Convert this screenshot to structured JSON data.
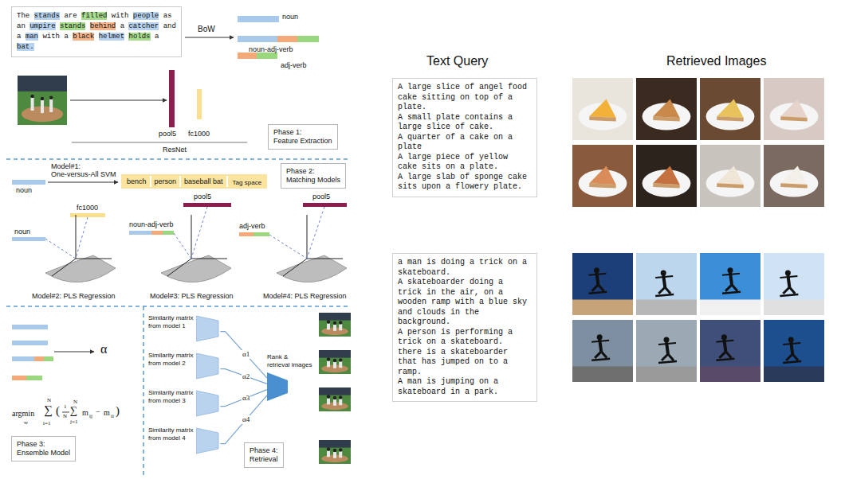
{
  "diagram": {
    "nodes": [
      {
        "text": [
          "The stands are filled with people as an umpire stands behind a catcher and a man with a black helmet holds a bat."
        ]
      },
      {
        "text": [
          "Phase 1: Feature Extraction"
        ]
      },
      {
        "text": [
          "Tag space"
        ]
      },
      {
        "text": [
          "bench"
        ],
        "in": 2
      },
      {
        "text": [
          "person"
        ],
        "in": 2
      },
      {
        "text": [
          "baseball bat"
        ],
        "in": 2
      },
      {
        "text": [
          "Phase 2: Matching Models"
        ]
      },
      {
        "text": [
          "Phase 3: Ensemble Model"
        ]
      },
      {
        "text": [
          "Similarity matrix from model 1"
        ]
      },
      {
        "text": [
          "Similarity matrix from model 2"
        ]
      },
      {
        "text": [
          "Similarity matrix from model 3"
        ]
      },
      {
        "text": [
          "Similarity matrix from model 4"
        ]
      },
      {
        "text": [
          "Rank & retrieval images"
        ]
      },
      {
        "text": [
          "Phase 4: Retrieval"
        ]
      },
      {
        "text": [
          "A large slice of angel food cake sitting on top of a plate.",
          "A small plate contains a large slice of cake.",
          "A quarter of a cake on a plate",
          "A large piece of yellow cake sits on a plate.",
          "A large slab of sponge cake sits upon a flowery plate."
        ]
      },
      {
        "text": [
          "a man is doing a trick on a skateboard.",
          "A skateboarder doing a trick in the air, on a wooden ramp with a blue sky and clouds in the background.",
          "A person is performing a trick on a skateboard.",
          "there is a skateboarder that has jumped on to a ramp.",
          "A man is jumping on a skateboard in a park."
        ]
      }
    ],
    "edges": [
      {
        "from": 8,
        "to": 12,
        "label": "α1",
        "arrow": "none"
      },
      {
        "from": 9,
        "to": 12,
        "label": "α2",
        "arrow": "none"
      },
      {
        "from": 10,
        "to": 12,
        "label": "α3",
        "arrow": "none"
      },
      {
        "from": 11,
        "to": 12,
        "label": "α4",
        "arrow": "none"
      }
    ],
    "labels": [
      "BoW",
      "noun",
      "noun-adj-verb",
      "adj-verb",
      "pool5",
      "fc1000",
      "ResNet",
      "noun",
      "Model#1: One-versus-All SVM",
      "fc1000",
      "noun",
      "Model#2: PLS Regression",
      "pool5",
      "noun-adj-verb",
      "Model#3: PLS Regression",
      "pool5",
      "adj-verb",
      "Model#4: PLS Regression",
      "α",
      "argmin",
      "w",
      "∑",
      "N",
      "i=1",
      "(",
      "1",
      "N",
      "∑",
      "N",
      "j=1",
      "m",
      "ij",
      "−",
      "m",
      "ii",
      ")",
      "Text Query",
      "Retrieved Images"
    ]
  }
}
